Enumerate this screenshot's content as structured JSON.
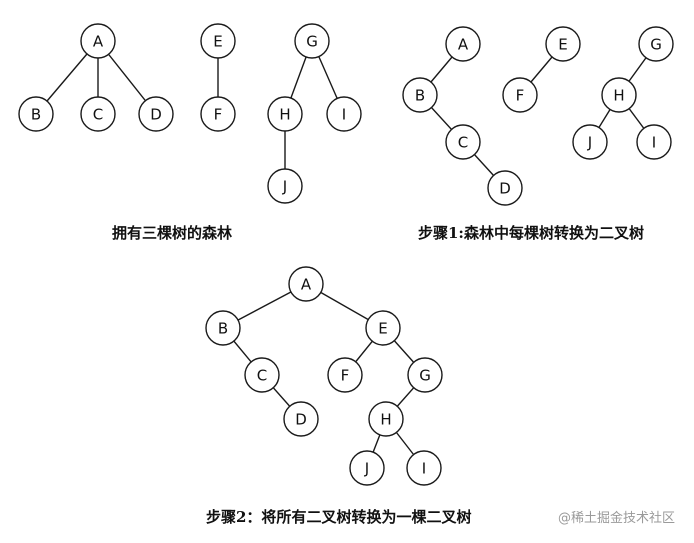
{
  "colors": {
    "stroke": "#1a1a1a",
    "fill": "#ffffff",
    "text": "#111111",
    "watermark": "#9a9a9a"
  },
  "diagrams": [
    {
      "id": "forest",
      "caption": "拥有三棵树的森林",
      "nodes": [
        "A",
        "B",
        "C",
        "D",
        "E",
        "F",
        "G",
        "H",
        "I",
        "J"
      ],
      "edges": [
        [
          "A",
          "B"
        ],
        [
          "A",
          "C"
        ],
        [
          "A",
          "D"
        ],
        [
          "E",
          "F"
        ],
        [
          "G",
          "H"
        ],
        [
          "G",
          "I"
        ],
        [
          "H",
          "J"
        ]
      ]
    },
    {
      "id": "step1",
      "caption": "步骤1:森林中每棵树转换为二叉树",
      "nodes": [
        "A",
        "B",
        "C",
        "D",
        "E",
        "F",
        "G",
        "H",
        "J",
        "I"
      ],
      "edges": [
        [
          "A",
          "B"
        ],
        [
          "B",
          "C"
        ],
        [
          "C",
          "D"
        ],
        [
          "E",
          "F"
        ],
        [
          "G",
          "H"
        ],
        [
          "H",
          "J"
        ],
        [
          "H",
          "I"
        ]
      ]
    },
    {
      "id": "step2",
      "caption": "步骤2：将所有二叉树转换为一棵二叉树",
      "nodes": [
        "A",
        "B",
        "C",
        "D",
        "E",
        "F",
        "G",
        "H",
        "J",
        "I"
      ],
      "edges": [
        [
          "A",
          "B"
        ],
        [
          "A",
          "E"
        ],
        [
          "B",
          "C"
        ],
        [
          "C",
          "D"
        ],
        [
          "E",
          "F"
        ],
        [
          "E",
          "G"
        ],
        [
          "G",
          "H"
        ],
        [
          "H",
          "J"
        ],
        [
          "H",
          "I"
        ]
      ]
    }
  ],
  "watermark": {
    "text": "@稀土掘金技术社区"
  }
}
